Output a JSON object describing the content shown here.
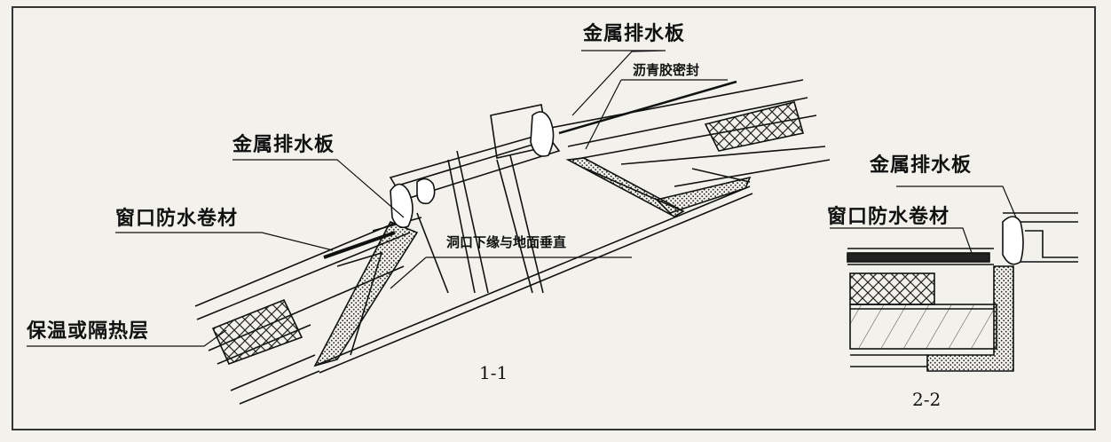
{
  "section_1_1": {
    "label_metal_drain_top": "金属排水板",
    "label_asphalt_seal": "沥青胶密封",
    "label_metal_drain_mid": "金属排水板",
    "label_window_membrane": "窗口防水卷材",
    "label_opening_edge": "洞口下缘与地面垂直",
    "label_insulation": "保温或隔热层",
    "caption": "1-1"
  },
  "section_2_2": {
    "label_metal_drain": "金属排水板",
    "label_window_membrane": "窗口防水卷材",
    "caption": "2-2"
  },
  "colors": {
    "background": "#f3f1ec",
    "line": "#111111",
    "frame": "#333333"
  }
}
